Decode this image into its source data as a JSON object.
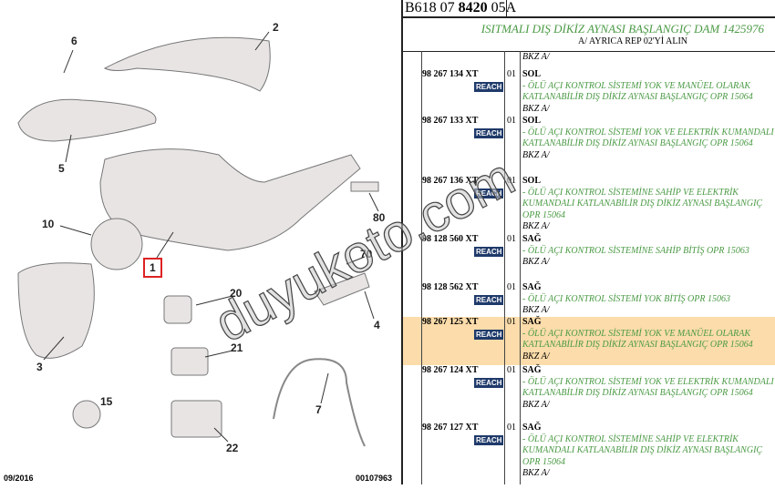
{
  "diagram": {
    "callouts": [
      "6",
      "2",
      "5",
      "10",
      "1",
      "80",
      "70",
      "20",
      "4",
      "3",
      "21",
      "15",
      "7",
      "22"
    ],
    "footer_left": "09/2016",
    "footer_right": "00107963"
  },
  "watermark": "duyukoto.com",
  "header": {
    "ref_prefix": "B618 07 ",
    "ref_bold": "8420",
    "ref_suffix": " 05A",
    "title": "ISITMALI DIŞ DİKİZ AYNASI BAŞLANGIÇ DAM 1425976",
    "subtitle": "A/ AYRICA REP 02'Yİ ALIN",
    "first_note": "BKZ A/"
  },
  "rows": [
    {
      "part": "98 267 134 XT",
      "badge": "REACH",
      "qty": "01",
      "side": "SOL",
      "desc": "- ÖLÜ AÇI KONTROL SİSTEMİ YOK VE MANÜEL OLARAK KATLANABİLİR DIŞ DİKİZ AYNASI BAŞLANGIÇ OPR 15064",
      "note": "BKZ A/"
    },
    {
      "part": "98 267 133 XT",
      "badge": "REACH",
      "qty": "01",
      "side": "SOL",
      "desc": "- ÖLÜ AÇI KONTROL SİSTEMİ YOK VE ELEKTRİK KUMANDALI KATLANABİLİR DIŞ DİKİZ AYNASI BAŞLANGIÇ OPR 15064",
      "note": "BKZ A/"
    },
    {
      "part": "98 267 136 XT",
      "badge": "REACH",
      "qty": "01",
      "side": "SOL",
      "desc": "- ÖLÜ AÇI KONTROL SİSTEMİNE SAHİP VE ELEKTRİK KUMANDALI KATLANABİLİR DIŞ DİKİZ AYNASI BAŞLANGIÇ OPR 15064",
      "note": "BKZ A/"
    },
    {
      "part": "98 128 560 XT",
      "badge": "REACH",
      "qty": "01",
      "side": "SAĞ",
      "desc": "- ÖLÜ AÇI KONTROL SİSTEMİNE SAHİP BİTİŞ OPR 15063",
      "note": "BKZ A/"
    },
    {
      "part": "98 128 562 XT",
      "badge": "REACH",
      "qty": "01",
      "side": "SAĞ",
      "desc": "- ÖLÜ AÇI KONTROL SİSTEMİ YOK BİTİŞ OPR 15063",
      "note": "BKZ A/"
    },
    {
      "part": "98 267 125 XT",
      "badge": "REACH",
      "qty": "01",
      "side": "SAĞ",
      "desc": "- ÖLÜ AÇI KONTROL SİSTEMİ YOK VE MANÜEL OLARAK KATLANABİLİR DIŞ DİKİZ AYNASI BAŞLANGIÇ OPR 15064",
      "note": "BKZ A/"
    },
    {
      "part": "98 267 124 XT",
      "badge": "REACH",
      "qty": "01",
      "side": "SAĞ",
      "desc": "- ÖLÜ AÇI KONTROL SİSTEMİ YOK VE ELEKTRİK KUMANDALI KATLANABİLİR DIŞ DİKİZ AYNASI BAŞLANGIÇ OPR 15064",
      "note": "BKZ A/"
    },
    {
      "part": "98 267 127 XT",
      "badge": "REACH",
      "qty": "01",
      "side": "SAĞ",
      "desc": "- ÖLÜ AÇI KONTROL SİSTEMİNE SAHİP VE ELEKTRİK KUMANDALI KATLANABİLİR DIŞ DİKİZ AYNASI BAŞLANGIÇ OPR 15064",
      "note": "BKZ A/"
    }
  ],
  "highlight_row": 5
}
